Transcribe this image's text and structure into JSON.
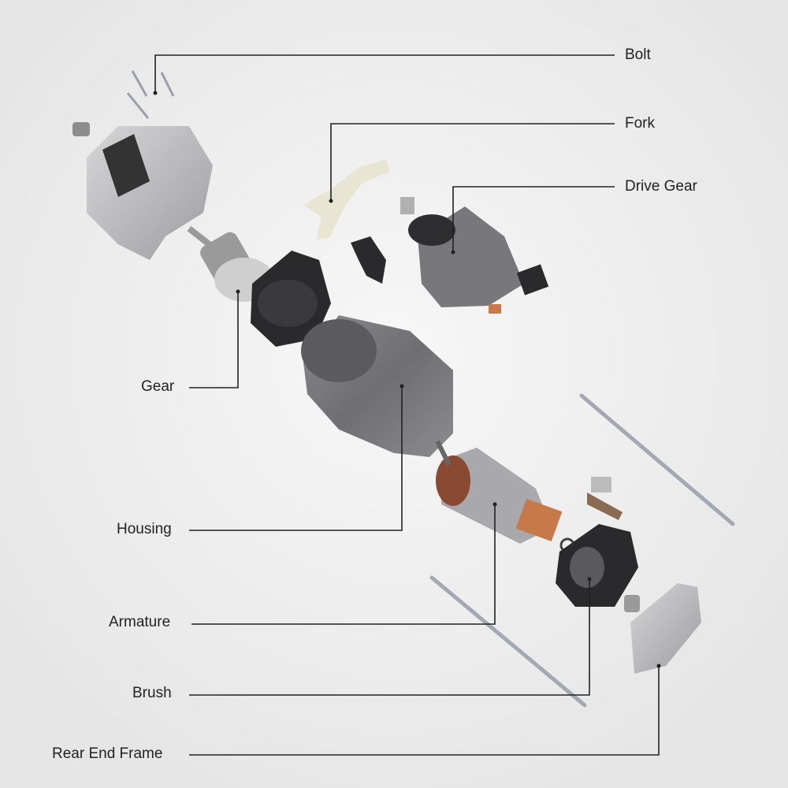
{
  "title": "Starter Motor Exploded View",
  "labels": {
    "bolt": "Bolt",
    "fork": "Fork",
    "drive_gear": "Drive Gear",
    "gear": "Gear",
    "housing": "Housing",
    "armature": "Armature",
    "brush": "Brush",
    "rear_end_frame": "Rear End Frame"
  },
  "colors": {
    "background": "#ececec",
    "leader_line": "#222222",
    "metal": "#b8b8bc",
    "dark_metal": "#6e6e72",
    "plastic_black": "#2a2a2c",
    "copper": "#c8794a",
    "fork_nylon": "#e8e6d2"
  }
}
